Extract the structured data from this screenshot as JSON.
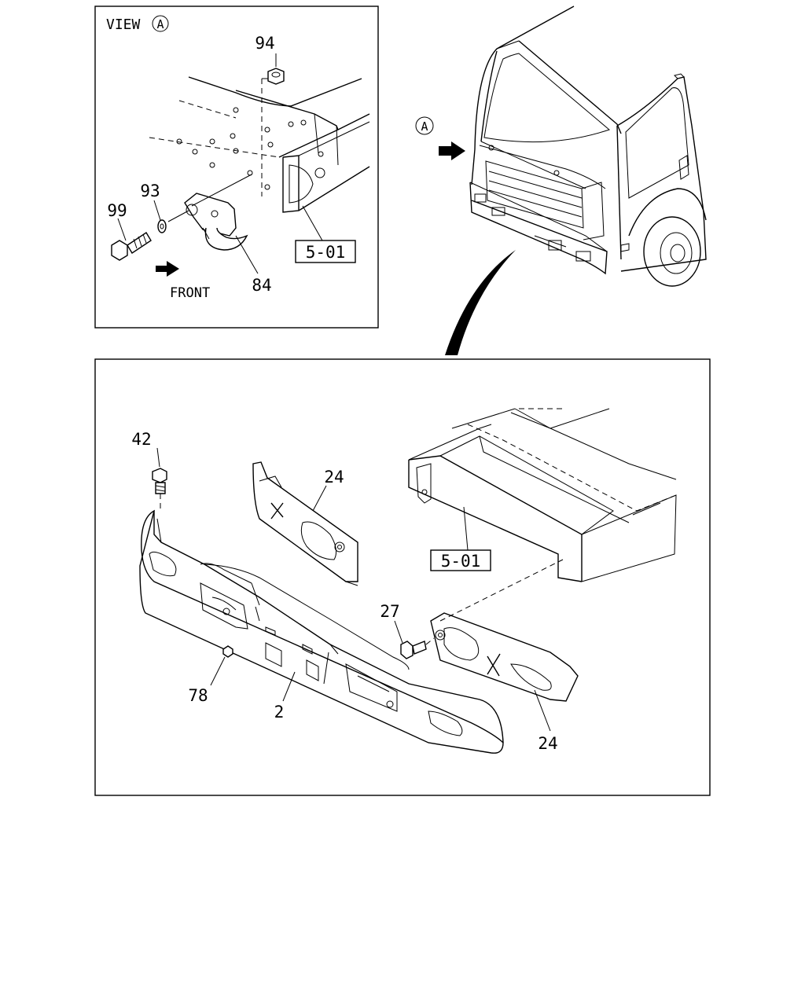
{
  "view_panel": {
    "view_label": "VIEW",
    "view_marker": "A",
    "front_label": "FRONT",
    "ref_box": "5-01",
    "callouts": [
      "94",
      "93",
      "99",
      "84"
    ]
  },
  "truck": {
    "view_marker": "A"
  },
  "bumper_panel": {
    "ref_box": "5-01",
    "callouts": [
      "42",
      "24",
      "27",
      "78",
      "2",
      "24"
    ]
  },
  "colors": {
    "line": "#000000",
    "background": "#ffffff"
  }
}
